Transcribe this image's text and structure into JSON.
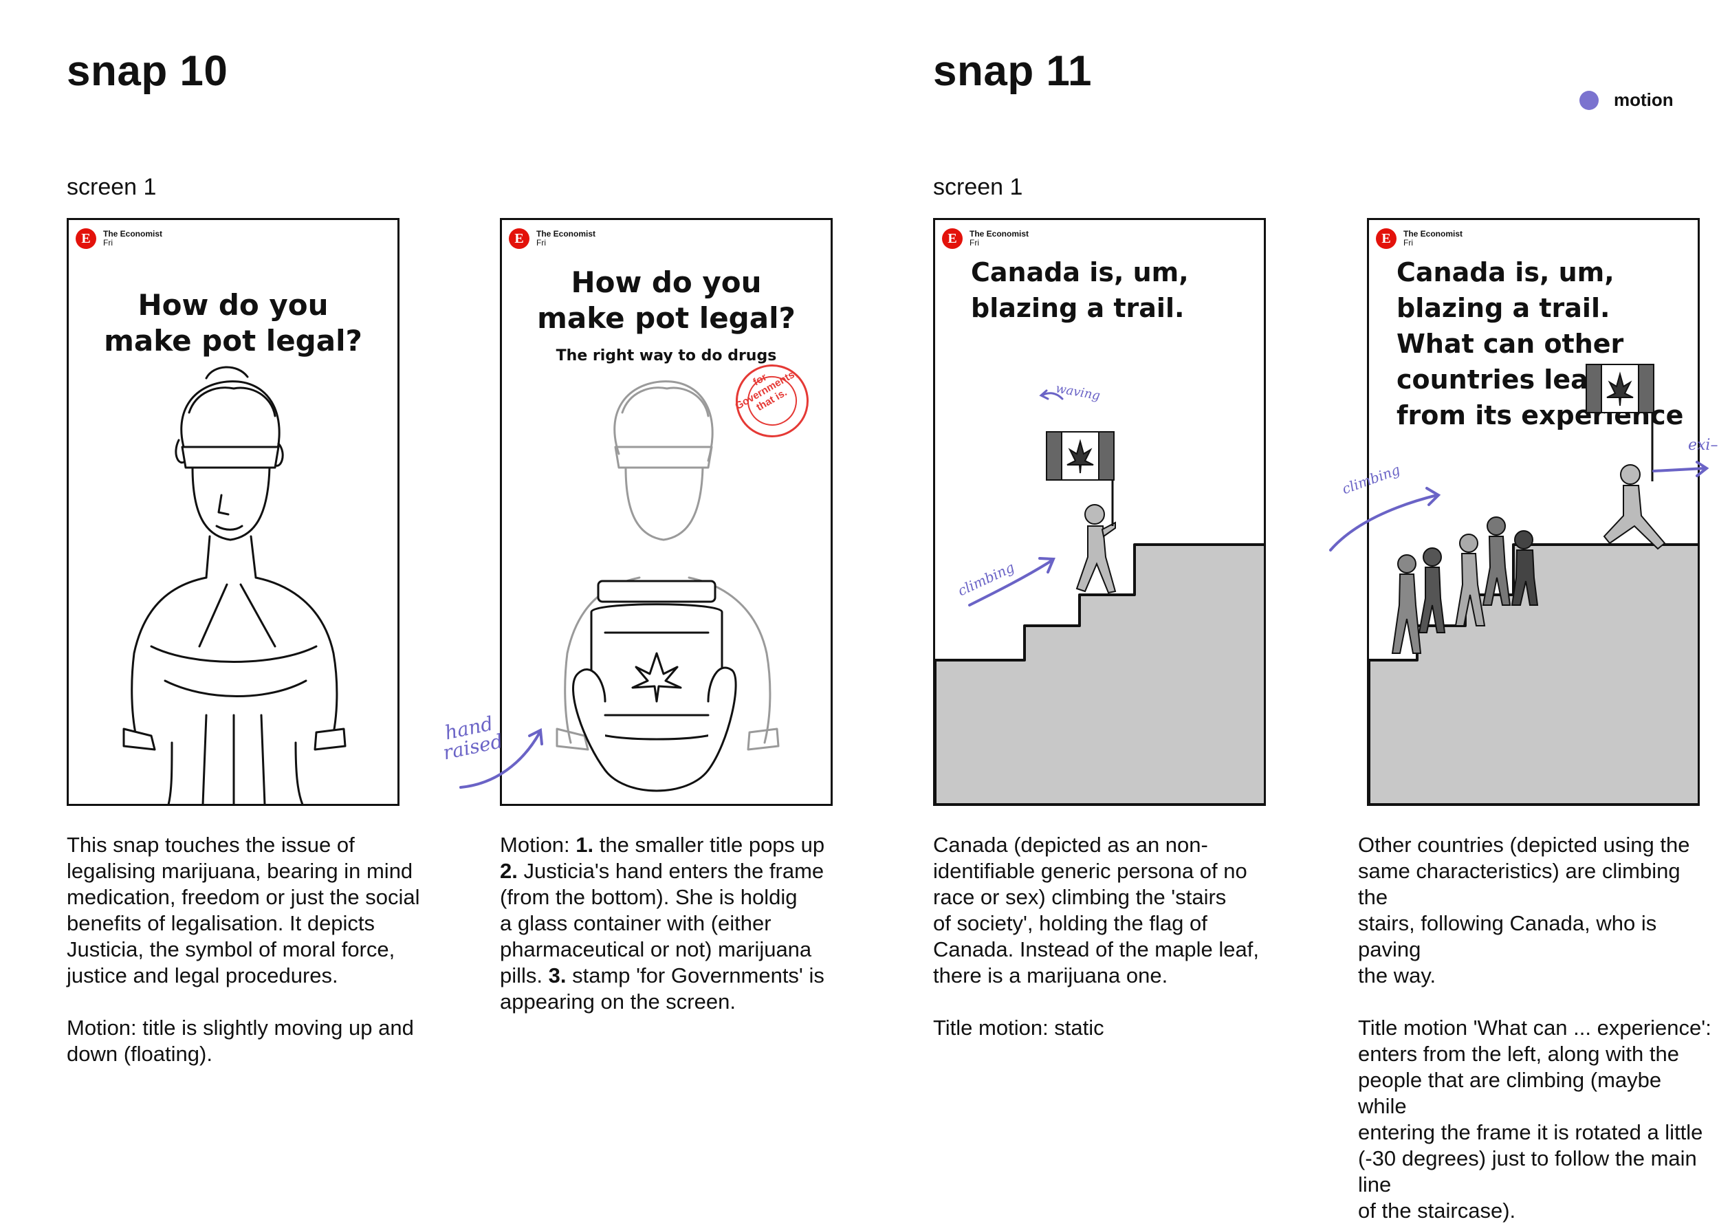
{
  "snaps": [
    {
      "title": "snap 10"
    },
    {
      "title": "snap 11"
    }
  ],
  "screen_labels": [
    "screen 1",
    "screen 1"
  ],
  "legend": {
    "label": "motion",
    "color": "#7b73cf"
  },
  "brand": {
    "name": "The Economist",
    "day": "Fri",
    "logo_letter": "E",
    "color": "#e3120b"
  },
  "panels": [
    {
      "title": "How do you make pot legal?"
    },
    {
      "title": "How do you make pot legal?",
      "subtitle": "The right way to do drugs",
      "stamp": "for Governments, that is."
    },
    {
      "title": "Canada is, um, blazing a trail."
    },
    {
      "title": "Canada is, um, blazing a trail. What can other countries learn from its experience"
    }
  ],
  "annotations": {
    "hand_raised": "hand raised",
    "waving": "waving",
    "climbing": "climbing",
    "exit": "exi–"
  },
  "descriptions": {
    "d1": "This snap touches the issue of\nlegalising  marijuana, bearing in mind\nmedication, freedom or just the social\nbenefits of legalisation. It depicts\nJusticia, the symbol of moral force,\njustice and legal procedures.\n\nMotion: title is slightly moving up and\ndown (floating).",
    "d2_lines": [
      "Motion: ",
      "1.",
      " the smaller title pops up\n",
      "2.",
      " Justicia's hand enters the frame\n(from the bottom). She is holdig\na glass container with (either\npharmaceutical or not) marijuana\npills. ",
      "3.",
      " stamp 'for Governments' is\nappearing on the screen."
    ],
    "d3": "Canada (depicted as an non-\nidentifiable generic persona of no\nrace or sex) climbing the 'stairs\nof society', holding the flag of\nCanada. Instead of the maple leaf,\nthere is a marijuana one.\n\nTitle motion:  static",
    "d4": "Other countries (depicted using the\nsame characteristics) are climbing the\nstairs, following Canada, who is paving\nthe way.\n\nTitle motion 'What can ... experience':\nenters from the left, along with the\npeople that are climbing (maybe while\nentering the frame it is rotated a little\n(-30 degrees) just to follow the main line\nof the staircase)."
  }
}
